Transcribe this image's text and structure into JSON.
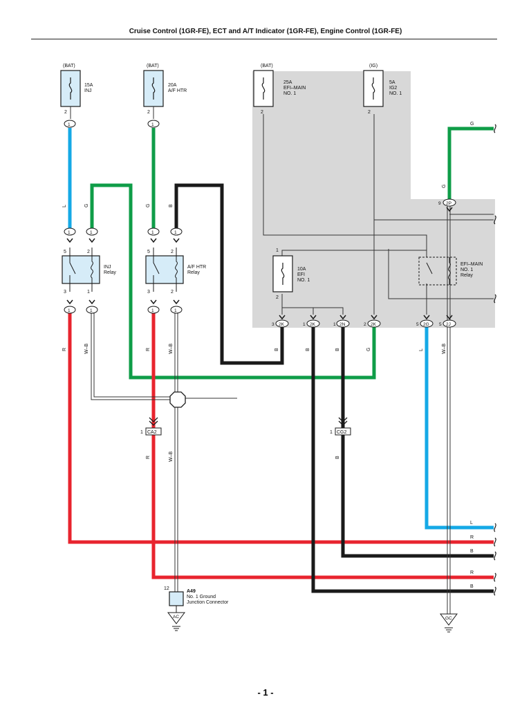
{
  "header": {
    "title": "Cruise Control (1GR-FE), ECT and A/T Indicator (1GR-FE), Engine Control (1GR-FE)"
  },
  "footer": {
    "page": "- 1 -"
  },
  "colors": {
    "blue": "#15a9e6",
    "green": "#0f9d48",
    "red": "#e8242e",
    "black": "#1a1a1a",
    "box": "#d8d8d8",
    "relay": "#d6ecf8"
  },
  "fuses": [
    {
      "source": "(BAT)",
      "rating": "15A",
      "name": "INJ",
      "name2": "",
      "pin": "2"
    },
    {
      "source": "(BAT)",
      "rating": "20A",
      "name": "A/F HTR",
      "name2": "",
      "pin": "2"
    },
    {
      "source": "(BAT)",
      "rating": "25A",
      "name": "EFI–MAIN",
      "name2": "NO. 1",
      "pin": "2"
    },
    {
      "source": "(IG)",
      "rating": "5A",
      "name": "IG2",
      "name2": "NO. 1",
      "pin": "2"
    },
    {
      "source": "",
      "rating": "10A",
      "name": "EFI",
      "name2": "NO. 1",
      "pin": "2",
      "pin_top": "1"
    }
  ],
  "relays": [
    {
      "name": "INJ",
      "name2": "Relay",
      "pin_tl": "5",
      "pin_tr": "2",
      "pin_bl": "3",
      "pin_br": "1"
    },
    {
      "name": "A/F HTR",
      "name2": "Relay",
      "pin_tl": "5",
      "pin_tr": "2",
      "pin_bl": "3",
      "pin_br": "2"
    },
    {
      "name": "EFI–MAIN",
      "name2": "NO. 1",
      "name3": "Relay"
    }
  ],
  "connector_labels": {
    "c1": "1",
    "c2": "1",
    "c3": "1",
    "c4": "1",
    "c5": "1",
    "c6": "1",
    "c7": "1",
    "c8": "1",
    "c9": "1",
    "c10": "1",
    "k3": "2K",
    "k1": "2K",
    "n1": "2N",
    "k2": "2K",
    "g5": "2G",
    "j5": "2J",
    "p9": "2P",
    "pin3": "3",
    "pin1a": "1",
    "pin1b": "1",
    "pin2": "2",
    "pin5a": "5",
    "pin5b": "5",
    "pin9": "9"
  },
  "wire_labels": {
    "l": "L",
    "g": "G",
    "r": "R",
    "b": "B",
    "wb": "W–B"
  },
  "splices": {
    "ca2": "CA2",
    "ca2_pin": "1",
    "cg2": "CG2",
    "cg2_pin": "1"
  },
  "junction": {
    "id": "A49",
    "name": "No.  1 Ground",
    "name2": "Junction Connector",
    "pin": "12"
  },
  "grounds": {
    "ac": "AC",
    "gc": "GC"
  }
}
